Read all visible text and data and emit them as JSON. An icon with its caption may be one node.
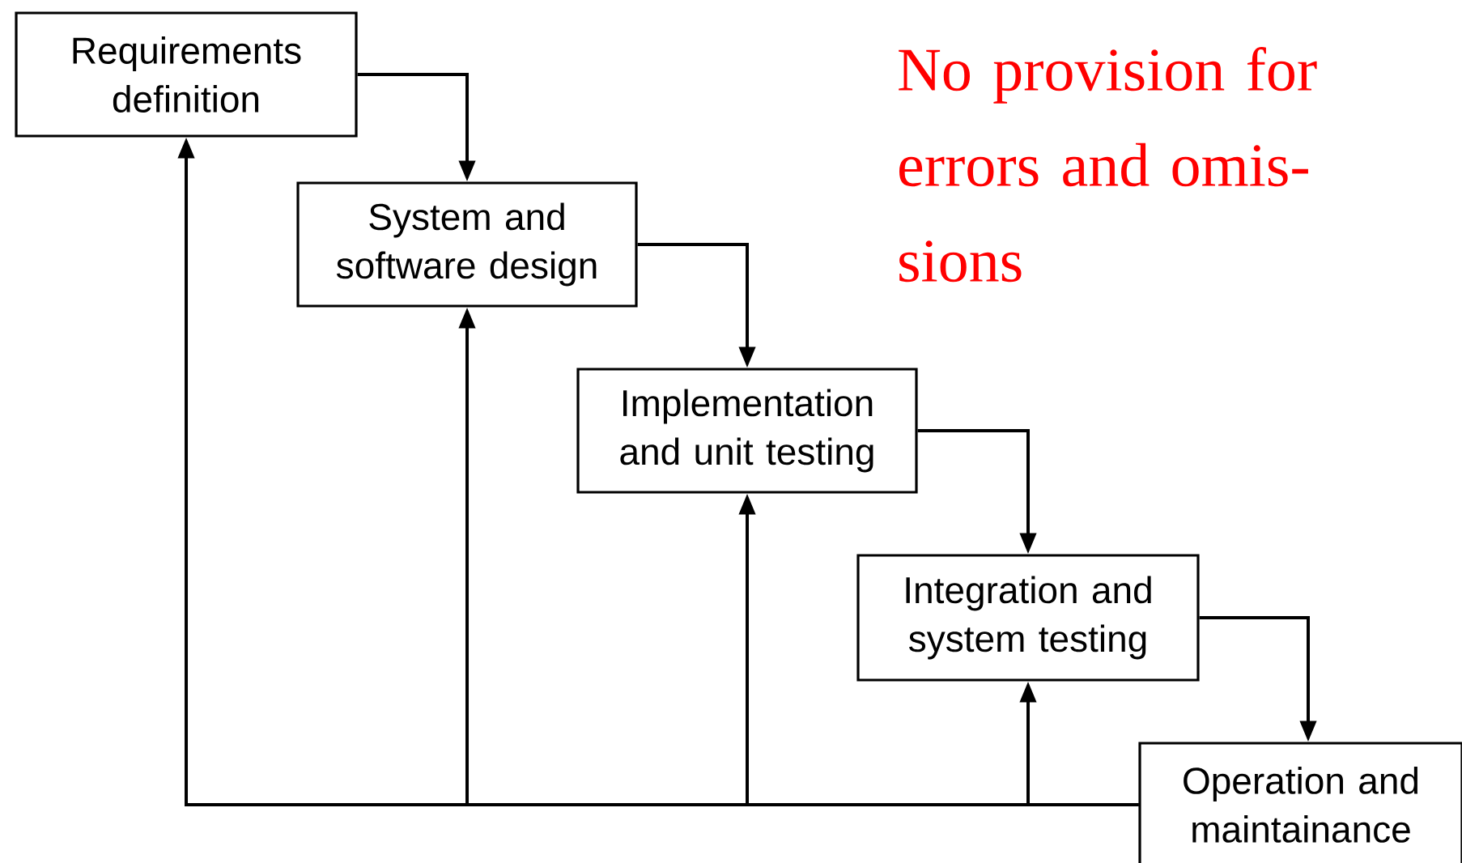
{
  "diagram": {
    "nodes": [
      {
        "text": [
          "Requirements definition"
        ]
      },
      {
        "text": [
          "System and software design"
        ]
      },
      {
        "text": [
          "Implementation and unit testing"
        ]
      },
      {
        "text": [
          "Integration and system testing"
        ]
      },
      {
        "text": [
          "Operation and maintainance"
        ]
      }
    ],
    "edges": [
      {
        "from": 0,
        "to": 1,
        "arrow": "to"
      },
      {
        "from": 1,
        "to": 2,
        "arrow": "to"
      },
      {
        "from": 2,
        "to": 3,
        "arrow": "to"
      },
      {
        "from": 3,
        "to": 4,
        "arrow": "to"
      },
      {
        "from": 4,
        "to": 0,
        "arrow": "to"
      },
      {
        "from": 4,
        "to": 1,
        "arrow": "to"
      },
      {
        "from": 4,
        "to": 2,
        "arrow": "to"
      },
      {
        "from": 4,
        "to": 3,
        "arrow": "to"
      }
    ],
    "labels": [
      "No provision for errors and omis- sions"
    ]
  }
}
